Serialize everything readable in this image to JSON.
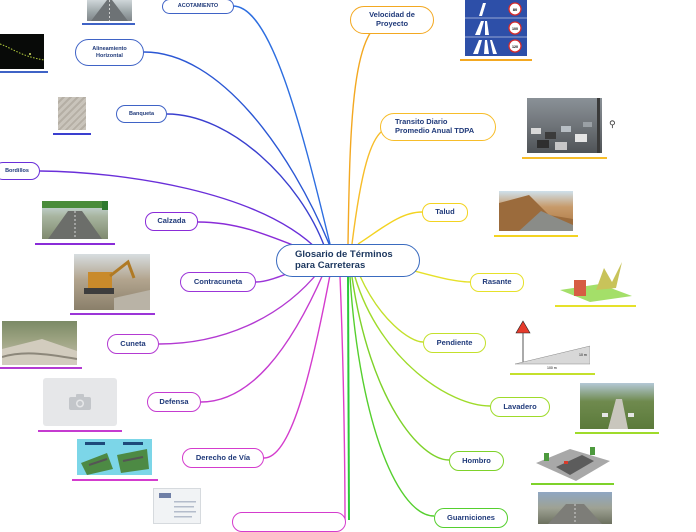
{
  "central_topic": "Glosario de Términos\npara Carreteras",
  "left_topics": [
    {
      "label": "ACOTAMIENTO"
    },
    {
      "label": "Alineamiento\nHorizontal"
    },
    {
      "label": "Banqueta"
    },
    {
      "label": "Bordillos"
    },
    {
      "label": "Calzada"
    },
    {
      "label": "Contracuneta"
    },
    {
      "label": "Cuneta"
    },
    {
      "label": "Defensa"
    },
    {
      "label": "Derecho de Vía"
    },
    {
      "label": ""
    }
  ],
  "right_topics": [
    {
      "label": "Velocidad de\nProyecto"
    },
    {
      "label": "Transito Diario\nPromedio Anual TDPA"
    },
    {
      "label": "Talud"
    },
    {
      "label": "Rasante"
    },
    {
      "label": "Pendiente"
    },
    {
      "label": "Lavadero"
    },
    {
      "label": "Hombro"
    },
    {
      "label": "Guarniciones"
    }
  ],
  "images": {
    "speed_signs": [
      "80",
      "100",
      "120"
    ],
    "slope_height": "10 m",
    "slope_run": "100 m"
  },
  "icons": {
    "link_icon": "⚲",
    "camera_icon": "camera"
  },
  "colors": {
    "blue": "#3f63c6",
    "violet": "#7a2bd6",
    "magenta": "#d930c8",
    "orange": "#f3a821",
    "yellow": "#ecdd2a",
    "green": "#7ed22a",
    "bright_green": "#35d43b"
  }
}
